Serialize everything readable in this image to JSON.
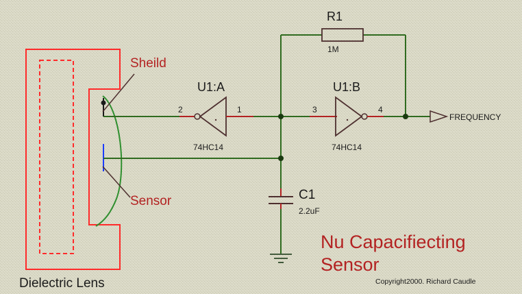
{
  "colors": {
    "background": "#d9d8c5",
    "wire": "#2f6b1f",
    "component": "#4d2f2f",
    "pin": "#b32222",
    "lens": "#ff2a2a",
    "sensor": "#1a3cff",
    "field": "#2f8f2f",
    "title": "#b32222",
    "text": "#1a1a1a"
  },
  "labels": {
    "shield": "Sheild",
    "sensor": "Sensor",
    "lens": "Dielectric Lens",
    "u1a": "U1:A",
    "u1b": "U1:B",
    "u1a_part": "74HC14",
    "u1b_part": "74HC14",
    "pin2": "2",
    "pin1": "1",
    "pin3": "3",
    "pin4": "4",
    "r1": "R1",
    "r1_value": "1M",
    "c1": "C1",
    "c1_value": "2.2uF",
    "frequency": "FREQUENCY"
  },
  "title": {
    "line1": "Nu Capacifiecting",
    "line2": "Sensor"
  },
  "copyright": "Copyright2000. Richard Caudle"
}
